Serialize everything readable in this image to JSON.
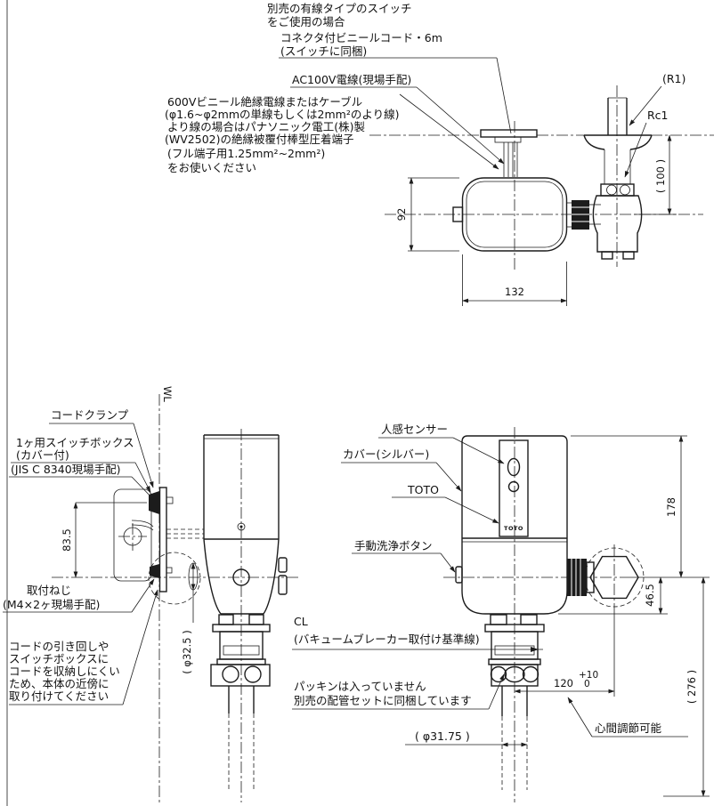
{
  "colors": {
    "line": "#1c1c1c",
    "background": "#ffffff"
  },
  "plan": {
    "switch_note_1": "別売の有線タイプのスイッチ",
    "switch_note_2": "をご使用の場合",
    "connector_note_1": "コネクタ付ビニールコード・6m",
    "connector_note_2": "(スイッチに同梱)",
    "ac_power": "AC100V電線(現場手配)",
    "wire_note_1": "600Vビニール絶縁電線またはケーブル",
    "wire_note_2": "(φ1.6~φ2mmの単線もしくは2mm²のより線)",
    "wire_note_3": "より線の場合はパナソニック電工(株)製",
    "wire_note_4": "(WV2502)の絶縁被覆付棒型圧着端子",
    "wire_note_5": "(フル端子用1.25mm²~2mm²)",
    "wire_note_6": "をお使いください",
    "r1": "(R1)",
    "rc1": "Rc1",
    "dim_wall_to_center": "( 100 )",
    "dim_height": "92",
    "dim_width": "132"
  },
  "side": {
    "wall_line": "WL",
    "cord_clamp": "コードクランプ",
    "switch_box_1": "1ヶ用スイッチボックス",
    "switch_box_2": "(カバー付)",
    "switch_box_3": "(JIS C 8340現場手配)",
    "dim_box_center": "83.5",
    "screw_1": "取付ねじ",
    "screw_2": "(M4×2ヶ現場手配)",
    "cord_note_1": "コードの引き回しや",
    "cord_note_2": "スイッチボックスに",
    "cord_note_3": "コードを収納しにくい",
    "cord_note_4": "ため、本体の近傍に",
    "cord_note_5": "取り付けてください",
    "dim_pipe": "( φ32.5 )"
  },
  "front": {
    "sensor_label": "人感センサー",
    "cover_label": "カバー(シルバー)",
    "brand_label": "TOTO",
    "logo": "TOTO",
    "manual_button_label": "手動洗浄ボタン",
    "cl_label": "CL",
    "cl_note": "(バキュームブレーカー取付け基準線)",
    "packing_note_1": "パッキンは入っていません",
    "packing_note_2": "別売の配管セットに同梱しています",
    "dim_pipe": "( φ31.75 )",
    "dim_total": "( 276 )",
    "dim_body": "178",
    "dim_lower": "46.5",
    "dim_center": "120",
    "dim_center_tol_up": "+10",
    "dim_center_tol_low": "0",
    "center_adjust": "心間調節可能"
  }
}
